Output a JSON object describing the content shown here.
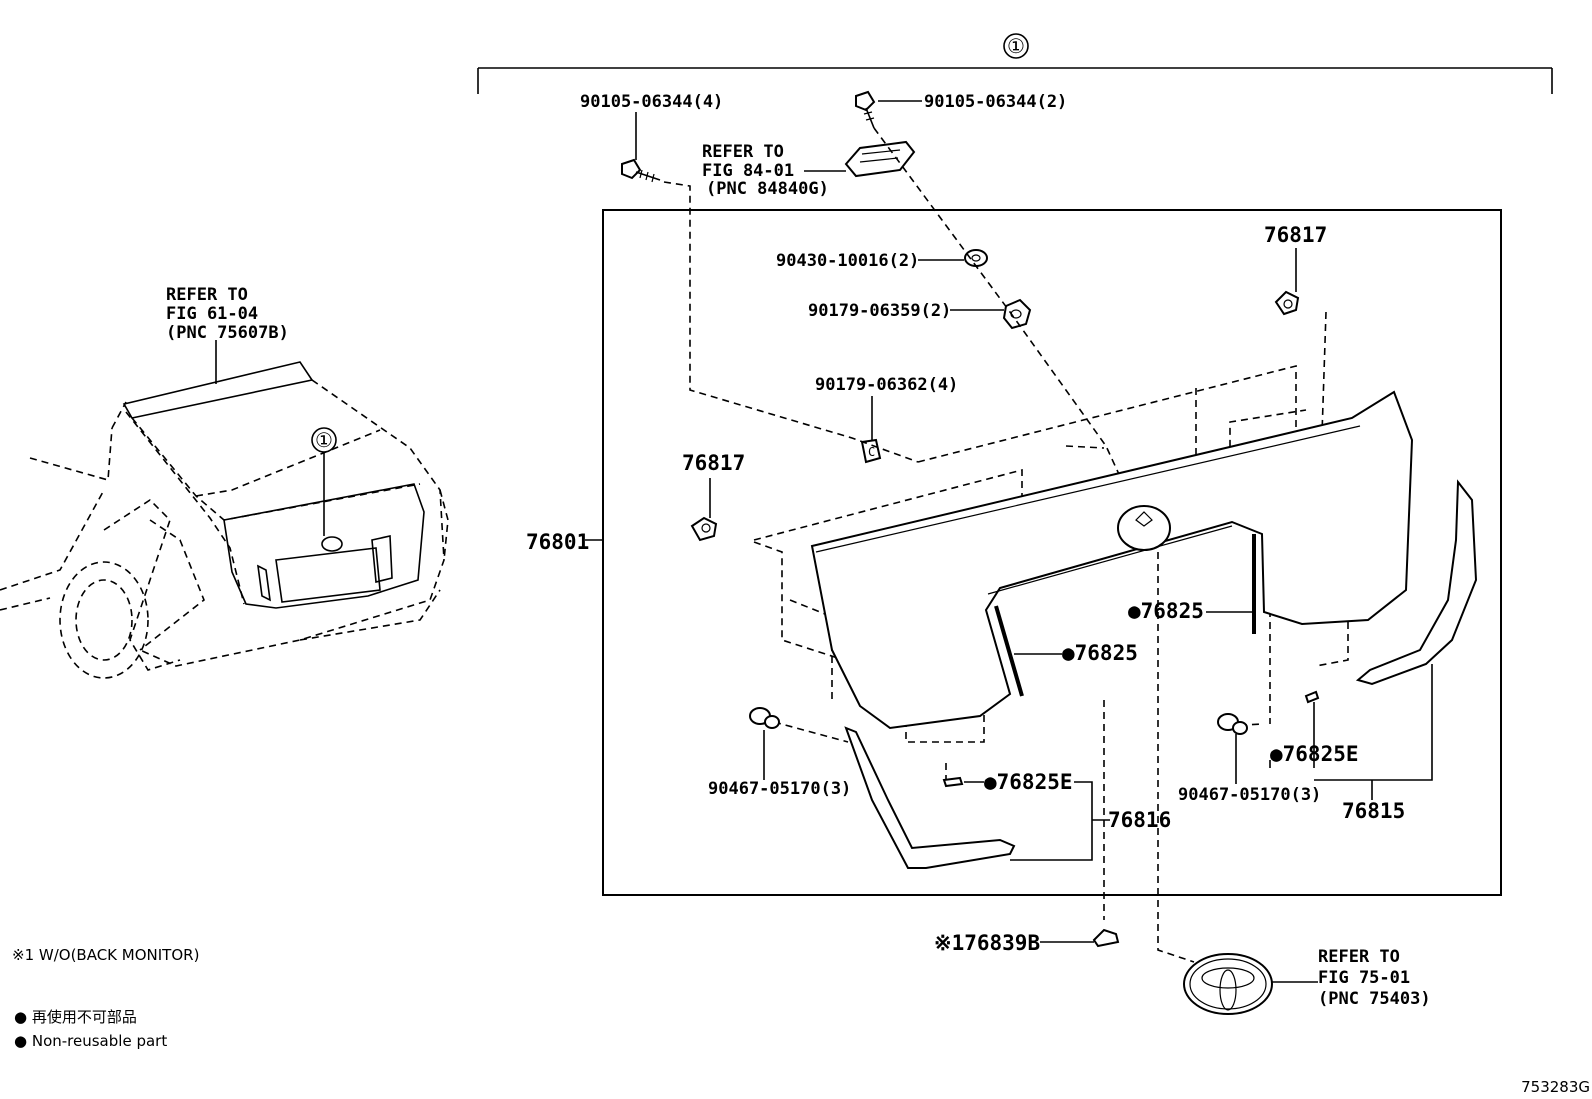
{
  "assembly_marker": "①",
  "labels": {
    "bolt_a": "90105-06344(4)",
    "bolt_b": "90105-06344(2)",
    "refer_camera_1": "REFER TO",
    "refer_camera_2": "FIG 84-01",
    "refer_camera_3": "(PNC 84840G)",
    "washer": "90430-10016(2)",
    "nut": "90179-06359(2)",
    "nut_b": "90179-06362(4)",
    "clip_r_top": "76817",
    "clip_l": "76817",
    "garnish_main": "76801",
    "seal_c": "●76825",
    "seal_l": "●76825",
    "rivet_l": "90467-05170(3)",
    "rivet_r": "90467-05170(3)",
    "pad_l": "●76825E",
    "pad_r": "●76825E",
    "molding_l": "76816",
    "molding_r": "76815",
    "cover": "※176839B",
    "refer_emblem_1": "REFER TO",
    "refer_emblem_2": "FIG 75-01",
    "refer_emblem_3": "(PNC 75403)",
    "refer_spoiler_1": "REFER TO",
    "refer_spoiler_2": "FIG 61-04",
    "refer_spoiler_3": "(PNC 75607B)"
  },
  "legend": {
    "note_1": "※1 W/O(BACK MONITOR)",
    "non_reusable_jp": "● 再使用不可部品",
    "non_reusable_en": "● Non-reusable part"
  },
  "figure_id": "753283G"
}
